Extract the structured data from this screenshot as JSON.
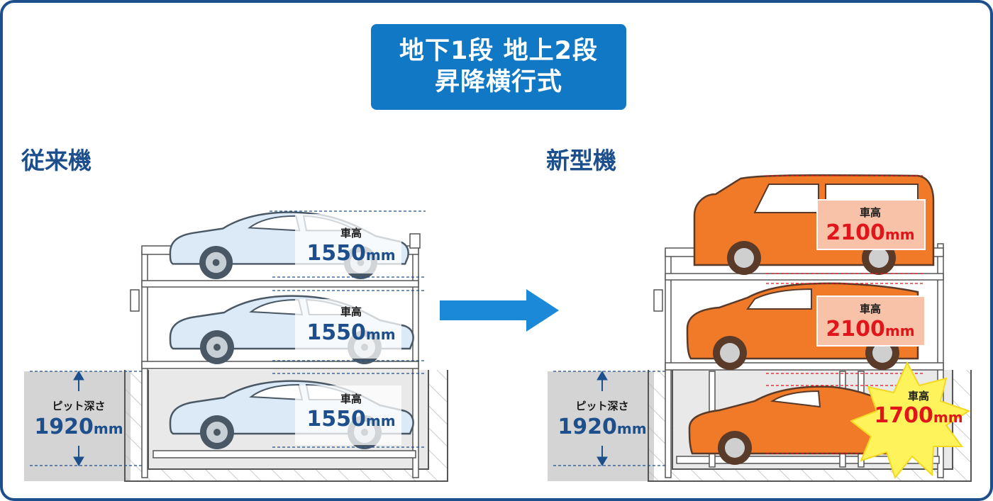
{
  "title": {
    "line1": "地下1段 地上2段",
    "line2": "昇降横行式"
  },
  "left": {
    "label": "従来機",
    "pit": {
      "label": "ピット深さ",
      "value": "1920",
      "unit": "mm"
    },
    "levels": [
      {
        "label": "車高",
        "value": "1550",
        "unit": "mm"
      },
      {
        "label": "車高",
        "value": "1550",
        "unit": "mm"
      },
      {
        "label": "車高",
        "value": "1550",
        "unit": "mm"
      }
    ]
  },
  "right": {
    "label": "新型機",
    "pit": {
      "label": "ピット深さ",
      "value": "1920",
      "unit": "mm"
    },
    "levels": [
      {
        "label": "車高",
        "value": "2100",
        "unit": "mm"
      },
      {
        "label": "車高",
        "value": "2100",
        "unit": "mm"
      },
      {
        "label": "車高",
        "value": "1700",
        "unit": "mm"
      }
    ]
  },
  "colors": {
    "brand_blue": "#1d4f8c",
    "title_bg": "#1078c4",
    "highlight_red": "#e0161b",
    "car_orange": "#f07a28",
    "car_blue": "#dbeaf6",
    "burst_yellow": "#fff35c"
  }
}
